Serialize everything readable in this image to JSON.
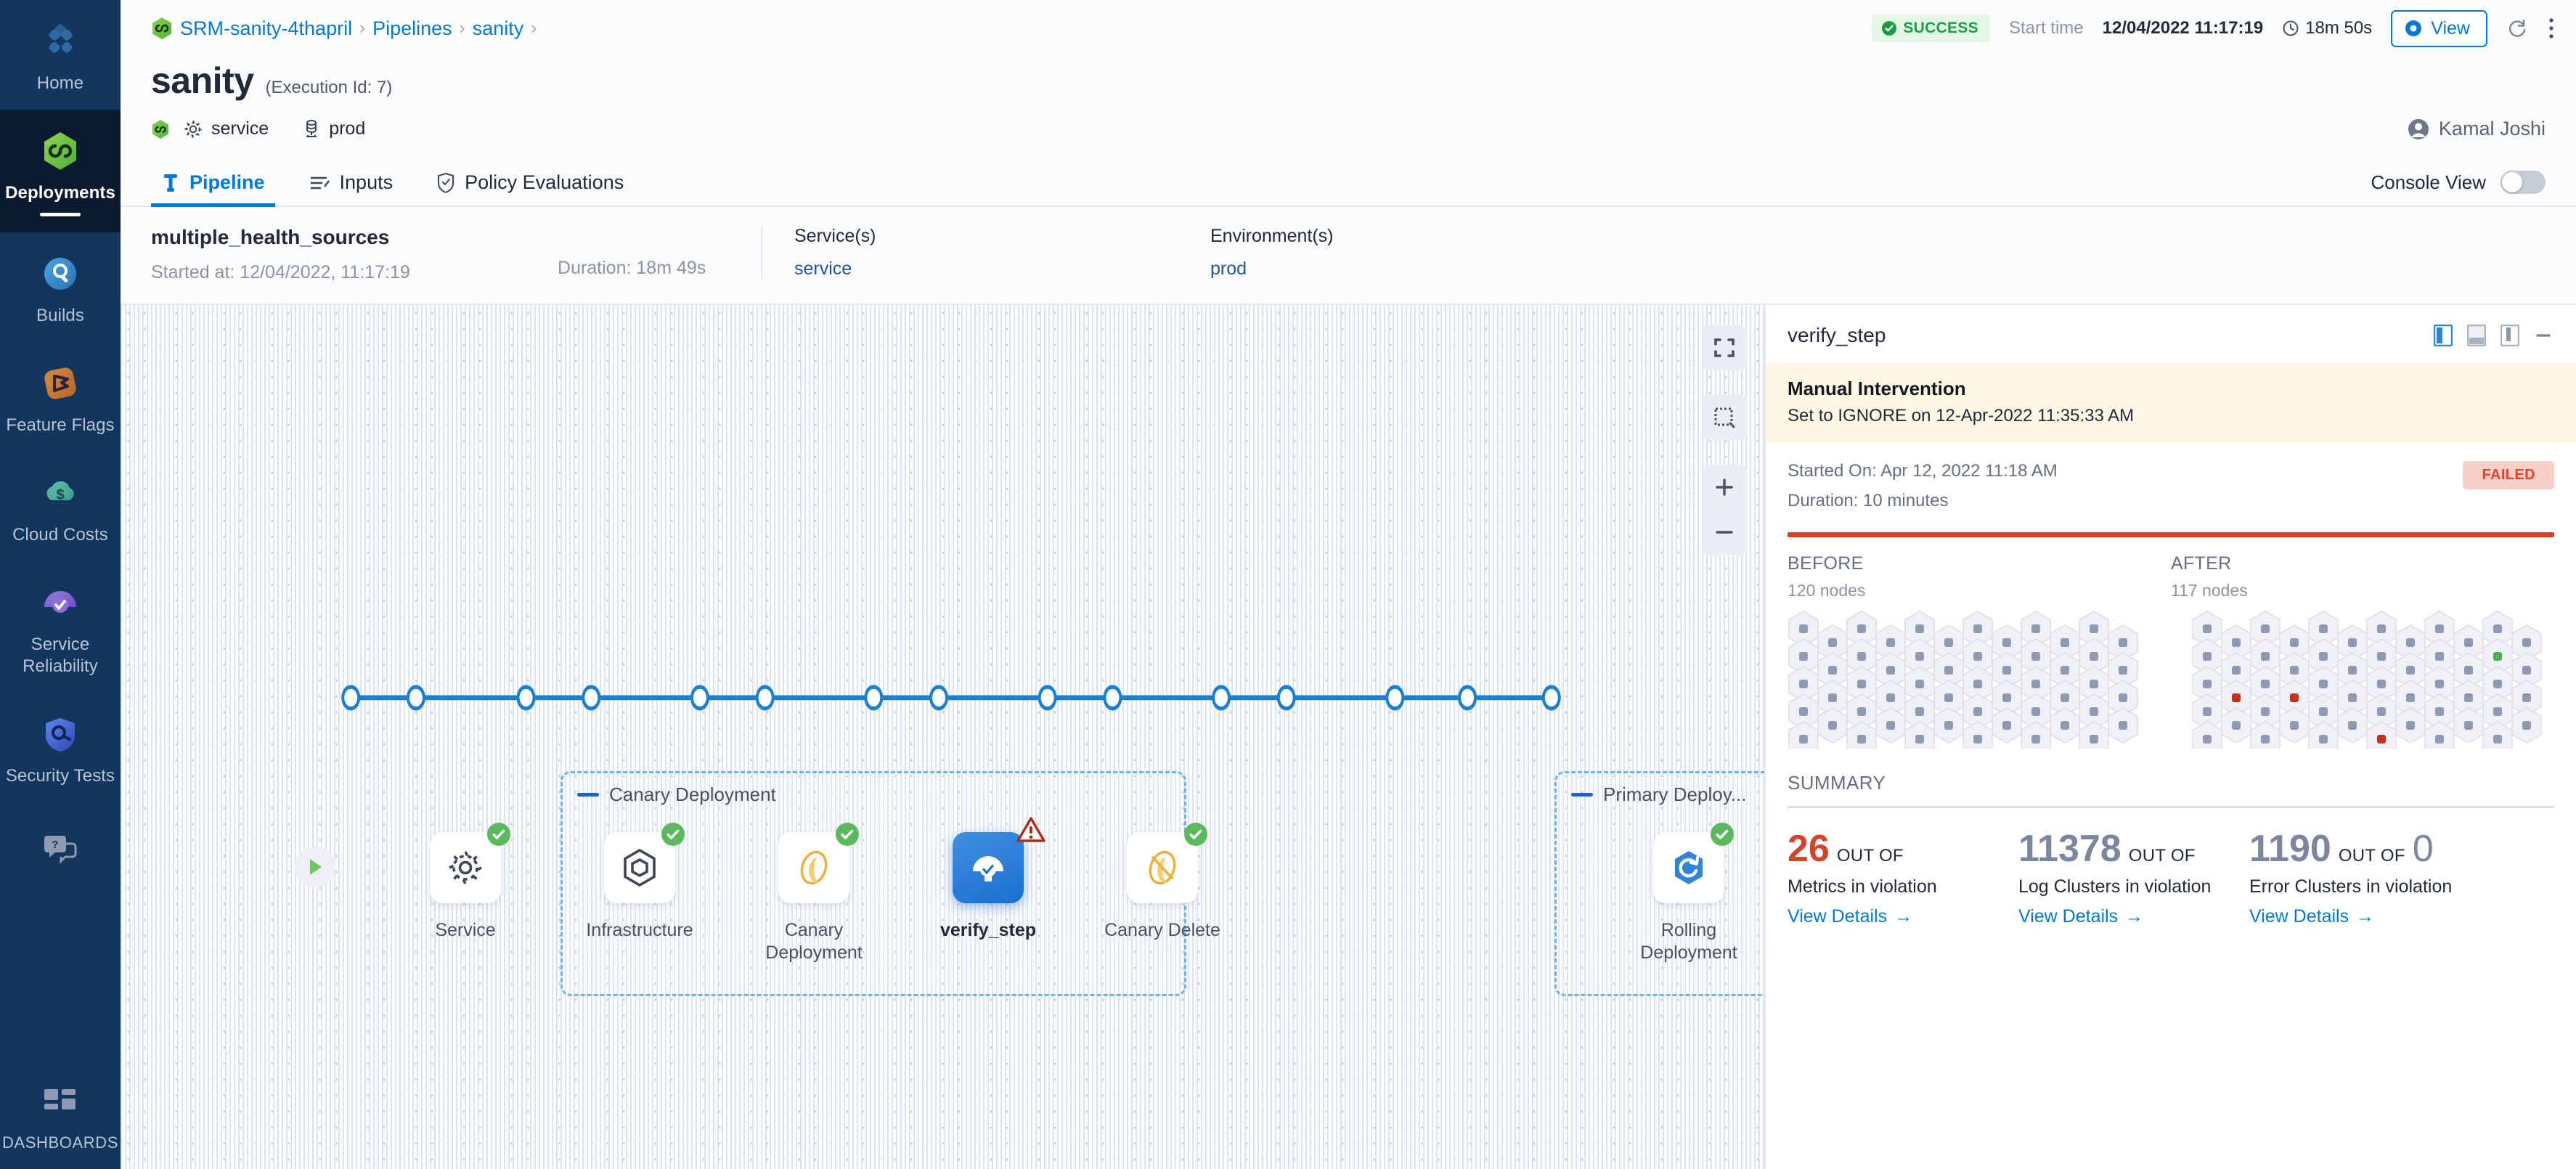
{
  "sidebar": {
    "items": [
      {
        "label": "Home",
        "icon": "home-icon",
        "active": false
      },
      {
        "label": "Deployments",
        "icon": "deployments-icon",
        "active": true
      },
      {
        "label": "Builds",
        "icon": "builds-icon",
        "active": false
      },
      {
        "label": "Feature Flags",
        "icon": "feature-flags-icon",
        "active": false
      },
      {
        "label": "Cloud Costs",
        "icon": "cloud-costs-icon",
        "active": false
      },
      {
        "label": "Service Reliability",
        "icon": "service-reliability-icon",
        "active": false
      },
      {
        "label": "Security Tests",
        "icon": "security-tests-icon",
        "active": false
      }
    ],
    "help_icon": "help-chat-icon",
    "dashboards": {
      "label": "DASHBOARDS",
      "icon": "dashboards-icon"
    }
  },
  "topbar": {
    "breadcrumbs": [
      {
        "label": "SRM-sanity-4thapril",
        "icon": "harness-icon"
      },
      {
        "label": "Pipelines"
      },
      {
        "label": "sanity"
      }
    ],
    "separator": "›",
    "status": {
      "label": "SUCCESS",
      "color": "#1b9c45",
      "bg": "#e4f7e6"
    },
    "start_time_label": "Start time",
    "start_time_value": "12/04/2022 11:17:19",
    "duration": "18m 50s",
    "view_button": "View",
    "refresh_icon": "refresh-icon",
    "more_icon": "more-vertical-icon"
  },
  "header": {
    "title": "sanity",
    "execution_id": "(Execution Id: 7)",
    "service_chip": "service",
    "environment_chip": "prod",
    "user": "Kamal Joshi"
  },
  "tabs": {
    "items": [
      {
        "label": "Pipeline",
        "icon": "pipeline-icon",
        "active": true
      },
      {
        "label": "Inputs",
        "icon": "inputs-icon",
        "active": false
      },
      {
        "label": "Policy Evaluations",
        "icon": "policy-shield-icon",
        "active": false
      }
    ],
    "console_view_label": "Console View",
    "console_view_on": false
  },
  "execution_strip": {
    "name": "multiple_health_sources",
    "started_at": "Started at: 12/04/2022, 11:17:19",
    "duration": "Duration: 18m 49s",
    "services_header": "Service(s)",
    "services_value": "service",
    "environments_header": "Environment(s)",
    "environments_value": "prod"
  },
  "canvas": {
    "controls": [
      {
        "name": "fit-to-screen-button",
        "icon": "fit-screen-icon"
      },
      {
        "name": "selection-box-button",
        "icon": "dashed-box-icon"
      },
      {
        "name": "zoom-in-button",
        "icon": "plus-icon"
      },
      {
        "name": "zoom-out-button",
        "icon": "minus-icon"
      }
    ],
    "start_node": "start-play-node",
    "end_node": "end-stop-node",
    "groups": [
      {
        "label": "Canary Deployment"
      },
      {
        "label": "Primary Deploy..."
      }
    ],
    "nodes": [
      {
        "label": "Service",
        "icon": "gear-icon",
        "status": "success",
        "selected": false
      },
      {
        "label": "Infrastructure",
        "icon": "hexagon-icon",
        "status": "success",
        "selected": false
      },
      {
        "label": "Canary Deployment",
        "icon": "canary-bird-icon",
        "status": "success",
        "selected": false
      },
      {
        "label": "verify_step",
        "icon": "verify-icon",
        "status": "warning",
        "selected": true
      },
      {
        "label": "Canary Delete",
        "icon": "canary-delete-icon",
        "status": "success",
        "selected": false
      },
      {
        "label": "Rolling Deployment",
        "icon": "rolling-icon",
        "status": "success",
        "selected": false
      }
    ]
  },
  "panel": {
    "title": "verify_step",
    "view_icons": [
      {
        "name": "panel-view-full-icon",
        "active": true
      },
      {
        "name": "panel-view-split-icon",
        "active": false
      },
      {
        "name": "panel-view-right-icon",
        "active": false
      },
      {
        "name": "panel-minimize-icon",
        "active": false
      }
    ],
    "alert": {
      "title": "Manual Intervention",
      "subtitle": "Set to IGNORE on 12-Apr-2022 11:35:33 AM"
    },
    "started_on": "Started On: Apr 12, 2022 11:18 AM",
    "duration": "Duration: 10 minutes",
    "status_badge": "FAILED",
    "status_color": "#e3412b",
    "before": {
      "header": "BEFORE",
      "nodes": "120 nodes"
    },
    "after": {
      "header": "AFTER",
      "nodes": "117 nodes"
    },
    "summary_header": "SUMMARY",
    "metrics": [
      {
        "value": "26",
        "value_color": "red",
        "out_of_label": "OUT OF",
        "total": "",
        "description": "Metrics in violation",
        "link": "View Details"
      },
      {
        "value": "11378",
        "value_color": "mixed",
        "out_of_label": "OUT OF",
        "total": "",
        "description": "Log Clusters in violation",
        "link": "View Details"
      },
      {
        "value": "1190",
        "value_color": "grey",
        "out_of_label": "OUT OF",
        "total": "0",
        "description": "Error Clusters in violation",
        "link": "View Details"
      }
    ],
    "link_arrow": "→"
  },
  "hex_grid": {
    "before_colors": [],
    "after_colors": [
      {
        "row": 1,
        "col": 10,
        "color": "#4caf50"
      },
      {
        "row": 2,
        "col": 1,
        "color": "#c6311e"
      },
      {
        "row": 2,
        "col": 3,
        "color": "#c6311e"
      },
      {
        "row": 4,
        "col": 6,
        "color": "#c6311e"
      }
    ],
    "default_color": "#9099b3"
  }
}
